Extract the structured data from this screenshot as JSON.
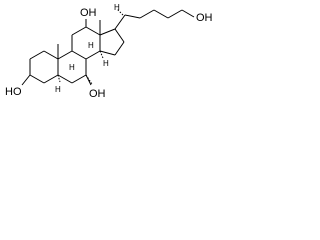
{
  "structure": {
    "labels": {
      "oh_c12": "OH",
      "oh_side": "OH",
      "oh_c3": "HO",
      "oh_c7": "OH",
      "h_c5": "H",
      "h_c9": "H",
      "h_c14": "H",
      "h_c8": "H",
      "h_c17": "H"
    },
    "colors": {
      "bond": "#000000",
      "background": "#ffffff"
    }
  }
}
